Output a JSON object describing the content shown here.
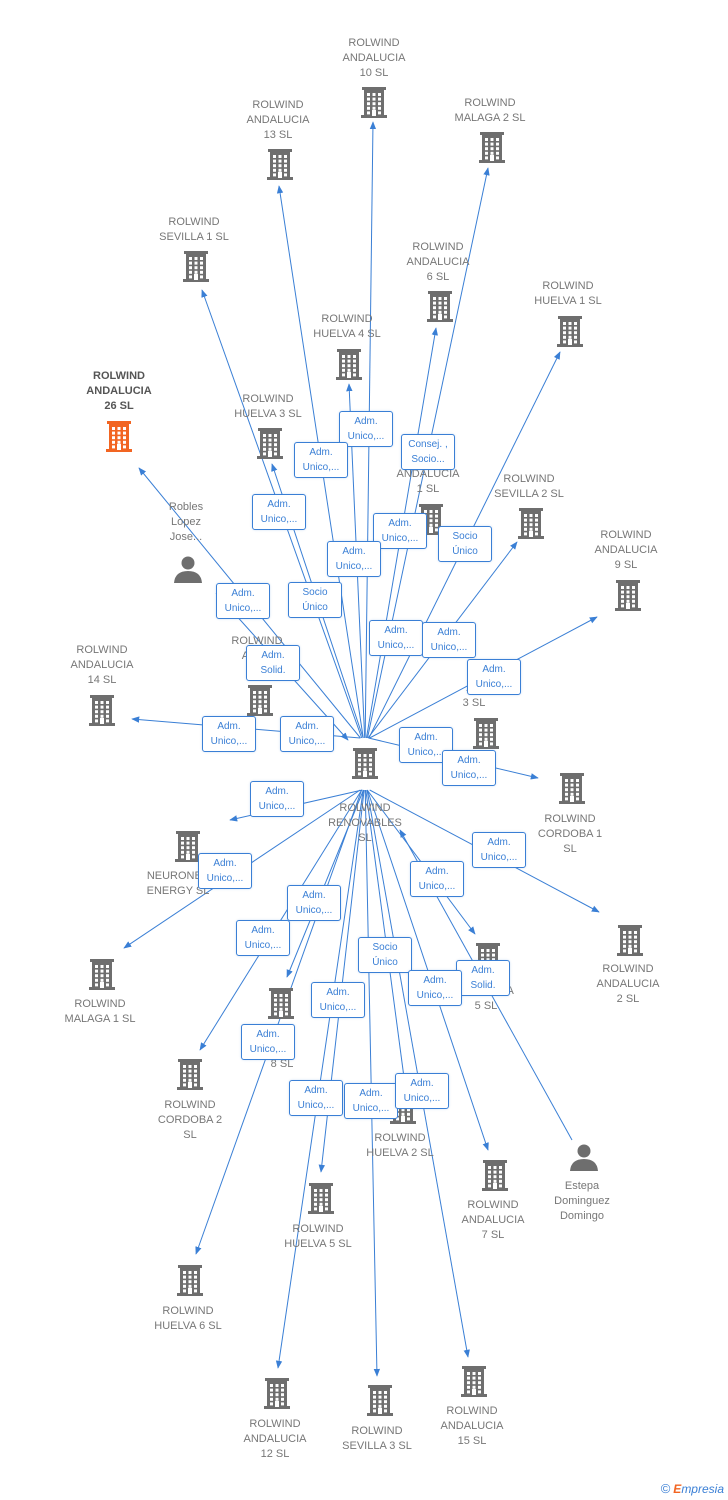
{
  "colors": {
    "edge": "#3a7fd5",
    "node": "#6e6e6e",
    "highlight": "#f26522",
    "text": "#777777"
  },
  "center": {
    "lines": [
      "ROLWIND",
      "RENOVABLES",
      "SL"
    ]
  },
  "nodes": [
    {
      "id": "andalucia-10",
      "lines": [
        "ROLWIND",
        "ANDALUCIA",
        "10  SL"
      ]
    },
    {
      "id": "andalucia-13",
      "lines": [
        "ROLWIND",
        "ANDALUCIA",
        "13  SL"
      ]
    },
    {
      "id": "malaga-2",
      "lines": [
        "ROLWIND",
        "MALAGA 2  SL"
      ]
    },
    {
      "id": "sevilla-1",
      "lines": [
        "ROLWIND",
        "SEVILLA 1  SL"
      ]
    },
    {
      "id": "andalucia-6",
      "lines": [
        "ROLWIND",
        "ANDALUCIA",
        "6  SL"
      ]
    },
    {
      "id": "huelva-1",
      "lines": [
        "ROLWIND",
        "HUELVA 1  SL"
      ]
    },
    {
      "id": "huelva-4",
      "lines": [
        "ROLWIND",
        "HUELVA 4  SL"
      ]
    },
    {
      "id": "andalucia-26",
      "lines": [
        "ROLWIND",
        "ANDALUCIA",
        "26  SL"
      ],
      "highlight": true
    },
    {
      "id": "huelva-3",
      "lines": [
        "ROLWIND",
        "HUELVA 3  SL"
      ]
    },
    {
      "id": "andalucia-1",
      "lines": [
        "ANDALUCIA",
        "1  SL"
      ]
    },
    {
      "id": "sevilla-2",
      "lines": [
        "ROLWIND",
        "SEVILLA 2  SL"
      ]
    },
    {
      "id": "robles",
      "lines": [
        "Robles",
        "Lopez",
        "Jose..."
      ],
      "person": true
    },
    {
      "id": "andalucia-9",
      "lines": [
        "ROLWIND",
        "ANDALUCIA",
        "9  SL"
      ]
    },
    {
      "id": "andalucia-4",
      "lines": [
        "ROLWIND",
        "ANDA",
        "4"
      ]
    },
    {
      "id": "andalucia-14",
      "lines": [
        "ROLWIND",
        "ANDALUCIA",
        "14  SL"
      ]
    },
    {
      "id": "andalucia-3",
      "lines": [
        "R",
        "AN",
        "3  SL"
      ]
    },
    {
      "id": "cordoba-1",
      "lines": [
        "ROLWIND",
        "CORDOBA 1",
        "SL"
      ]
    },
    {
      "id": "neuronba",
      "lines": [
        "NEURONBA",
        "ENERGY  SL"
      ]
    },
    {
      "id": "andalucia-2",
      "lines": [
        "ROLWIND",
        "ANDALUCIA",
        "2  SL"
      ]
    },
    {
      "id": "malaga-1",
      "lines": [
        "ROLWIND",
        "MALAGA 1  SL"
      ]
    },
    {
      "id": "andalucia-5",
      "lines": [
        "NDALUCIA",
        "5  SL"
      ]
    },
    {
      "id": "andalucia-8",
      "lines": [
        "D",
        "CIA",
        "8  SL"
      ]
    },
    {
      "id": "cordoba-2",
      "lines": [
        "ROLWIND",
        "CORDOBA 2",
        "SL"
      ]
    },
    {
      "id": "huelva-2",
      "lines": [
        "ROLWIND",
        "HUELVA 2  SL"
      ]
    },
    {
      "id": "estepa",
      "lines": [
        "Estepa",
        "Dominguez",
        "Domingo"
      ],
      "person": true
    },
    {
      "id": "andalucia-7",
      "lines": [
        "ROLWIND",
        "ANDALUCIA",
        "7  SL"
      ]
    },
    {
      "id": "huelva-5",
      "lines": [
        "ROLWIND",
        "HUELVA 5  SL"
      ]
    },
    {
      "id": "huelva-6",
      "lines": [
        "ROLWIND",
        "HUELVA 6  SL"
      ]
    },
    {
      "id": "andalucia-12",
      "lines": [
        "ROLWIND",
        "ANDALUCIA",
        "12  SL"
      ]
    },
    {
      "id": "sevilla-3",
      "lines": [
        "ROLWIND",
        "SEVILLA 3  SL"
      ]
    },
    {
      "id": "andalucia-15",
      "lines": [
        "ROLWIND",
        "ANDALUCIA",
        "15  SL"
      ]
    }
  ],
  "badges": [
    {
      "lines": [
        "Adm.",
        "Unico,..."
      ]
    },
    {
      "lines": [
        "Adm.",
        "Unico,..."
      ]
    },
    {
      "lines": [
        "Consej. ,",
        "Socio..."
      ]
    },
    {
      "lines": [
        "Adm.",
        "Unico,..."
      ]
    },
    {
      "lines": [
        "Adm.",
        "Unico,..."
      ]
    },
    {
      "lines": [
        "Socio",
        "Único"
      ]
    },
    {
      "lines": [
        "Adm.",
        "Unico,..."
      ]
    },
    {
      "lines": [
        "Adm.",
        "Unico,..."
      ]
    },
    {
      "lines": [
        "Socio",
        "Único"
      ]
    },
    {
      "lines": [
        "Adm.",
        "Unico,..."
      ]
    },
    {
      "lines": [
        "Adm.",
        "Unico,..."
      ]
    },
    {
      "lines": [
        "Adm.",
        "Solid."
      ]
    },
    {
      "lines": [
        "Adm.",
        "Unico,..."
      ]
    },
    {
      "lines": [
        "Adm.",
        "Unico,..."
      ]
    },
    {
      "lines": [
        "Adm.",
        "Unico,..."
      ]
    },
    {
      "lines": [
        "Adm.",
        "Unico,..."
      ]
    },
    {
      "lines": [
        "Adm.",
        "Unico,..."
      ]
    },
    {
      "lines": [
        "Adm.",
        "Unico,..."
      ]
    },
    {
      "lines": [
        "Adm.",
        "Unico,..."
      ]
    },
    {
      "lines": [
        "Adm.",
        "Unico,..."
      ]
    },
    {
      "lines": [
        "Adm.",
        "Unico,..."
      ]
    },
    {
      "lines": [
        "Adm.",
        "Unico,..."
      ]
    },
    {
      "lines": [
        "Adm.",
        "Unico,..."
      ]
    },
    {
      "lines": [
        "Socio",
        "Único"
      ]
    },
    {
      "lines": [
        "Adm.",
        "Unico,..."
      ]
    },
    {
      "lines": [
        "Adm.",
        "Solid."
      ]
    },
    {
      "lines": [
        "Adm.",
        "Unico,..."
      ]
    },
    {
      "lines": [
        "Adm.",
        "Unico,..."
      ]
    },
    {
      "lines": [
        "Adm.",
        "Unico,..."
      ]
    },
    {
      "lines": [
        "Adm.",
        "Unico,..."
      ]
    },
    {
      "lines": [
        "Adm.",
        "Unico,..."
      ]
    }
  ],
  "brand": {
    "symbol": "©",
    "initial": "E",
    "rest": "mpresia"
  }
}
